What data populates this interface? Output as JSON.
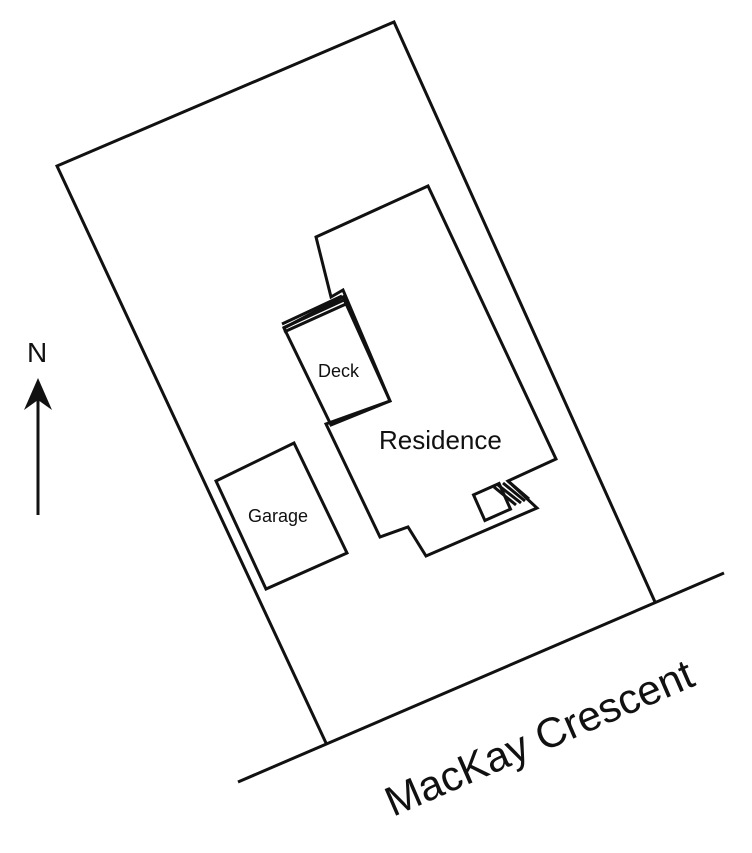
{
  "plan": {
    "north_label": "N",
    "street_label": "MacKay Crescent",
    "buildings": {
      "residence": "Residence",
      "deck": "Deck",
      "garage": "Garage"
    }
  },
  "colors": {
    "line": "#111111",
    "background": "#ffffff"
  },
  "icons": {
    "north": "north-arrow-icon"
  }
}
